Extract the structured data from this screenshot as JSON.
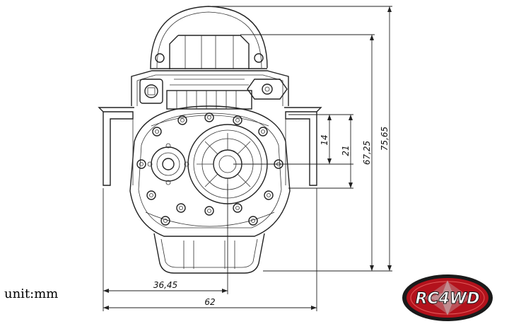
{
  "unit_label": "unit:mm",
  "dimensions": {
    "d14": "14",
    "d21": "21",
    "d6725": "67,25",
    "d7565": "75,65",
    "d3645": "36,45",
    "d62": "62"
  },
  "logo": {
    "text": "RC4WD",
    "colors": {
      "outer": "#1a1a1a",
      "ring": "#b3121c",
      "star": "#c8c8c8",
      "text": "#ffffff"
    }
  }
}
